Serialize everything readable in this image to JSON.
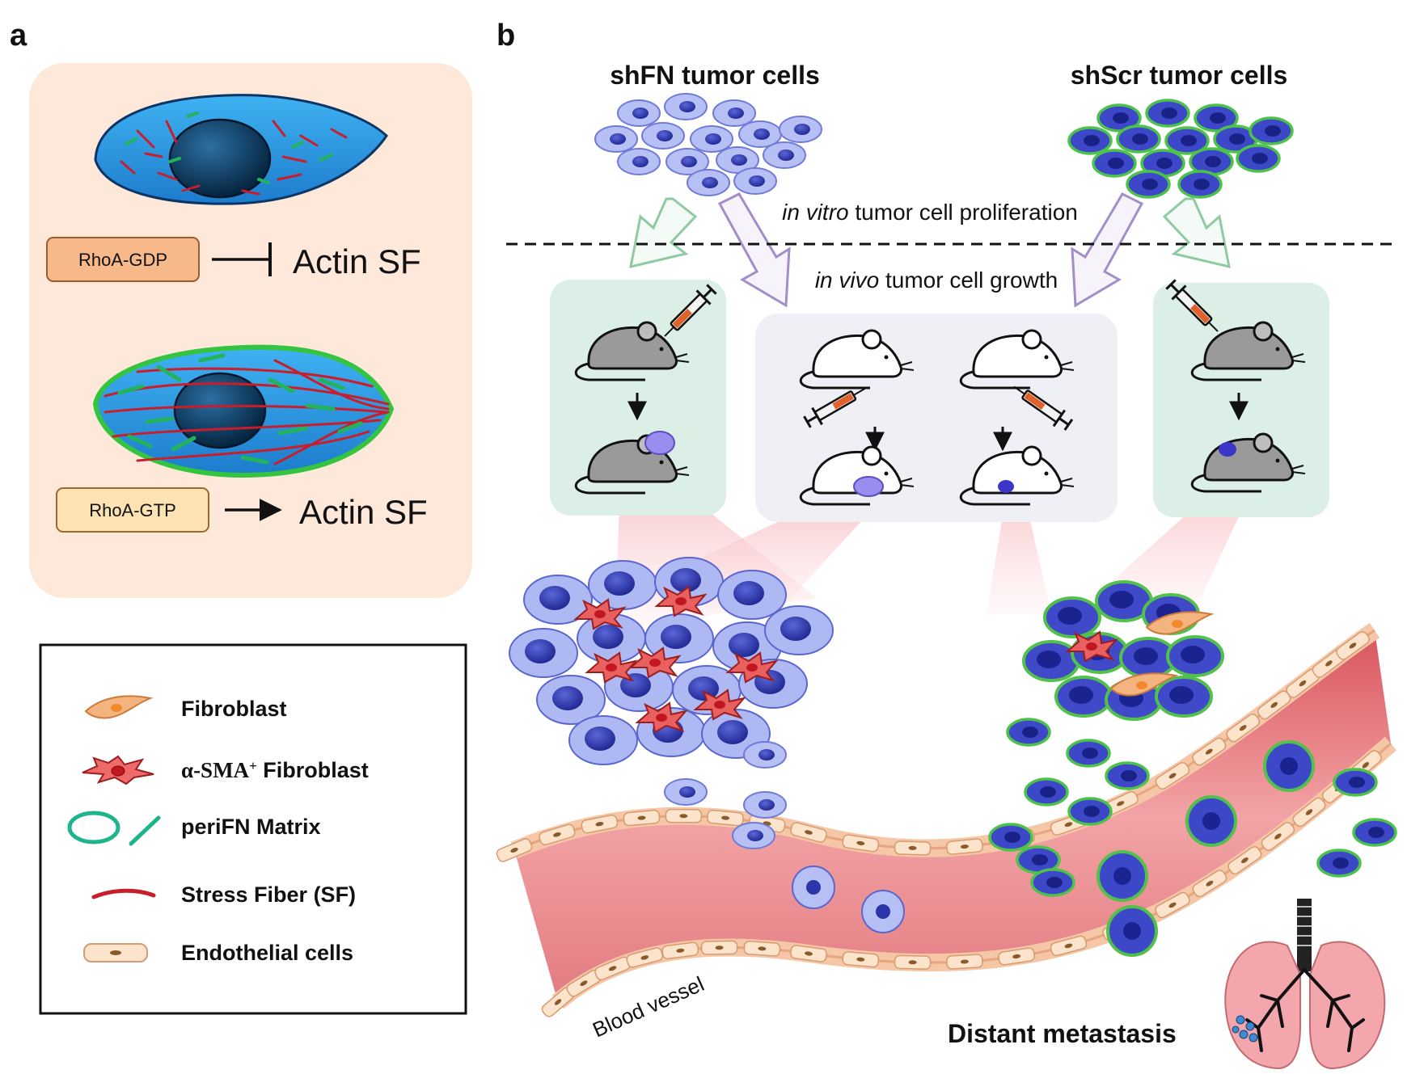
{
  "panel_a": {
    "label": "a",
    "rhoa_gdp": "RhoA-GDP",
    "rhoa_gtp": "RhoA-GTP",
    "actin_sf_inhibited": "Actin SF",
    "actin_sf_activated": "Actin SF"
  },
  "legend": {
    "fibroblast": "Fibroblast",
    "sma_alpha": "α-SMA",
    "sma_sup": "+",
    "sma_fibroblast": " Fibroblast",
    "perifn": "periFN Matrix",
    "stress_fiber": "Stress Fiber (SF)",
    "endothelial": "Endothelial cells"
  },
  "panel_b": {
    "label": "b",
    "shfn_title": "shFN tumor cells",
    "shscr_title": "shScr tumor cells",
    "in_vitro_italic": "in vitro",
    "in_vitro_rest": " tumor cell proliferation",
    "in_vivo_italic": "in vivo",
    "in_vivo_rest": " tumor cell growth",
    "blood_vessel": "Blood vessel",
    "distant_metastasis": "Distant metastasis"
  },
  "colors": {
    "panel_a_bg": "#fde9dc",
    "gdp_box": "#f7b88a",
    "gtp_box": "#fde2b3",
    "cell_blue": "#2fa0e6",
    "nucleus": "#0c4a78",
    "stress_fiber": "#c81e2c",
    "perifn_green": "#2fbf6b",
    "mouse_box": "#dcefe6",
    "mouse_box_mid": "#eef0f6",
    "shfn_cell": "#aab6f2",
    "shfn_nucleus": "#2c36a8",
    "shscr_rim": "#4cc24a",
    "vessel": "#e6747a",
    "lung": "#f3a7ac"
  }
}
